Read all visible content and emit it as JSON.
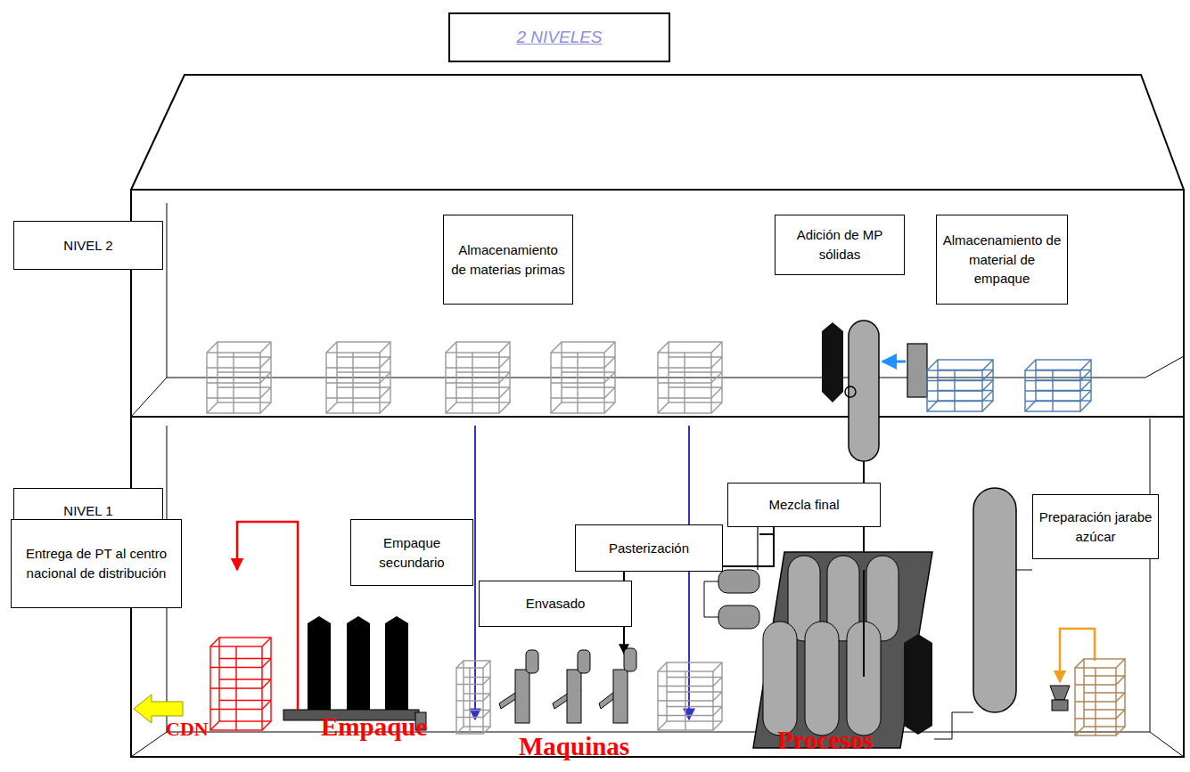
{
  "diagram": {
    "title": "2 NIVELES",
    "nodes": [
      {
        "text": [
          "NIVEL 2"
        ]
      },
      {
        "text": [
          "Almacenamiento de materias primas"
        ]
      },
      {
        "text": [
          "Adición de MP sólidas"
        ]
      },
      {
        "text": [
          "Almacenamiento de material de empaque"
        ]
      },
      {
        "text": [
          "NIVEL 1"
        ]
      },
      {
        "text": [
          "Mezcla final"
        ]
      },
      {
        "text": [
          "Pasterización"
        ]
      },
      {
        "text": [
          "Preparación jarabe azúcar"
        ]
      },
      {
        "text": [
          "Empaque secundario"
        ]
      },
      {
        "text": [
          "Envasado"
        ]
      },
      {
        "text": [
          "Entrega de PT al centro nacional de distribución"
        ]
      }
    ],
    "labels": [
      "CDN",
      "Empaque",
      "Maquinas",
      "Procesos"
    ]
  }
}
